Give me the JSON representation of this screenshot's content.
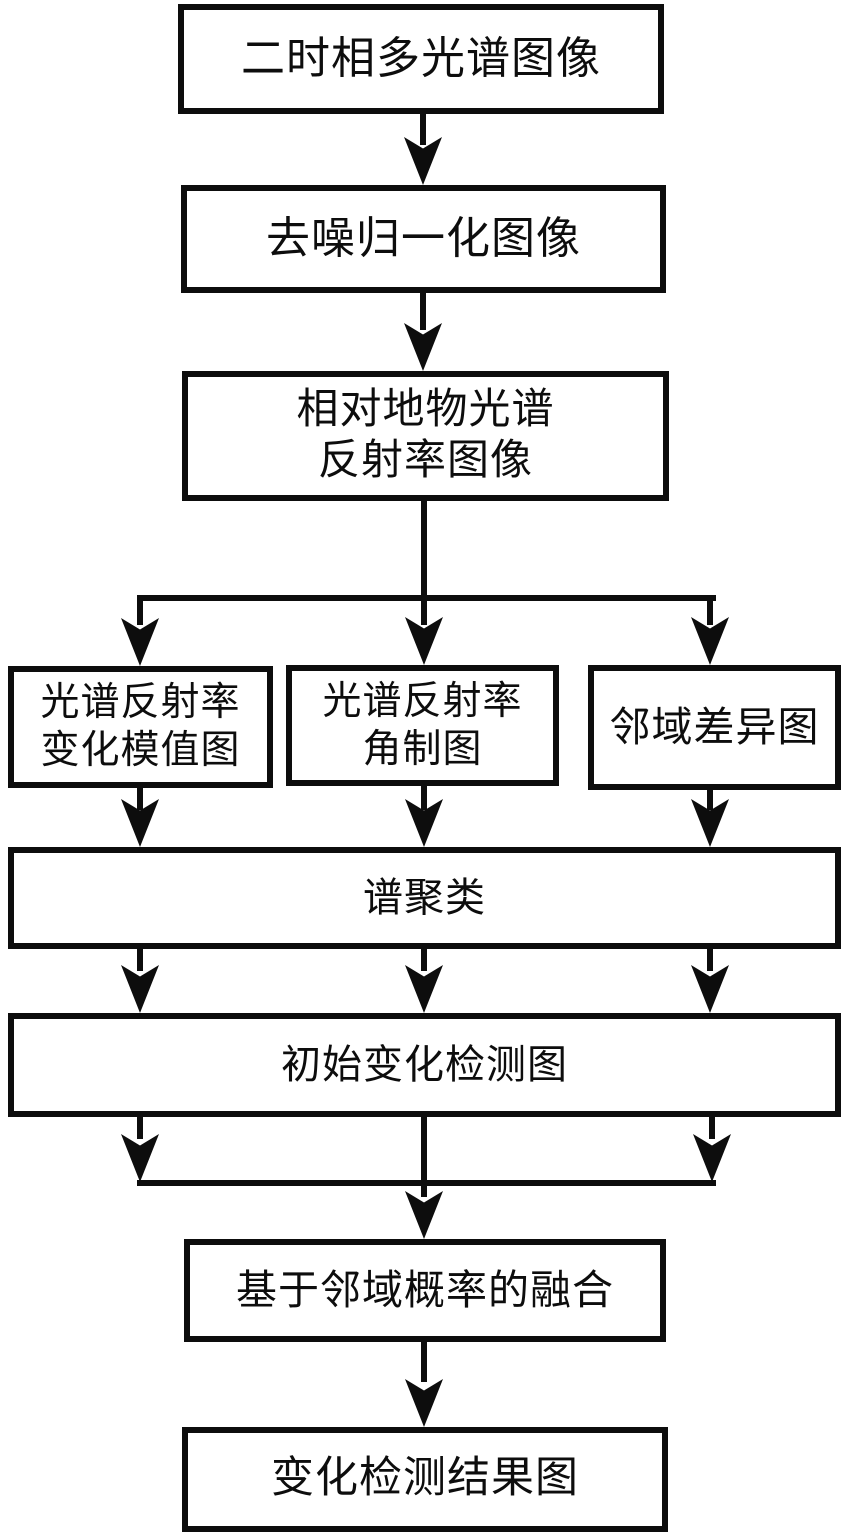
{
  "diagram": {
    "title": "change-detection-flowchart",
    "type": "flowchart",
    "colors": {
      "line": "#0d0d0d",
      "background": "#ffffff",
      "box_fill": "#ffffff"
    },
    "nodes": {
      "bitemporal": {
        "label": "二时相多光谱图像"
      },
      "denoised": {
        "label": "去噪归一化图像"
      },
      "reflectance": {
        "label": "相对地物光谱\n反射率图像"
      },
      "magnitude": {
        "label": "光谱反射率\n变化模值图"
      },
      "angle": {
        "label": "光谱反射率\n角制图"
      },
      "neighborhood": {
        "label": "邻域差异图"
      },
      "clustering": {
        "label": "谱聚类"
      },
      "initial": {
        "label": "初始变化检测图"
      },
      "fusion": {
        "label": "基于邻域概率的融合"
      },
      "result": {
        "label": "变化检测结果图"
      }
    },
    "edges": [
      "bitemporal→denoised",
      "denoised→reflectance",
      "reflectance→magnitude",
      "reflectance→angle",
      "reflectance→neighborhood",
      "magnitude→clustering",
      "angle→clustering",
      "neighborhood→clustering",
      "clustering→initial",
      "initial→fusion",
      "fusion→result"
    ]
  }
}
